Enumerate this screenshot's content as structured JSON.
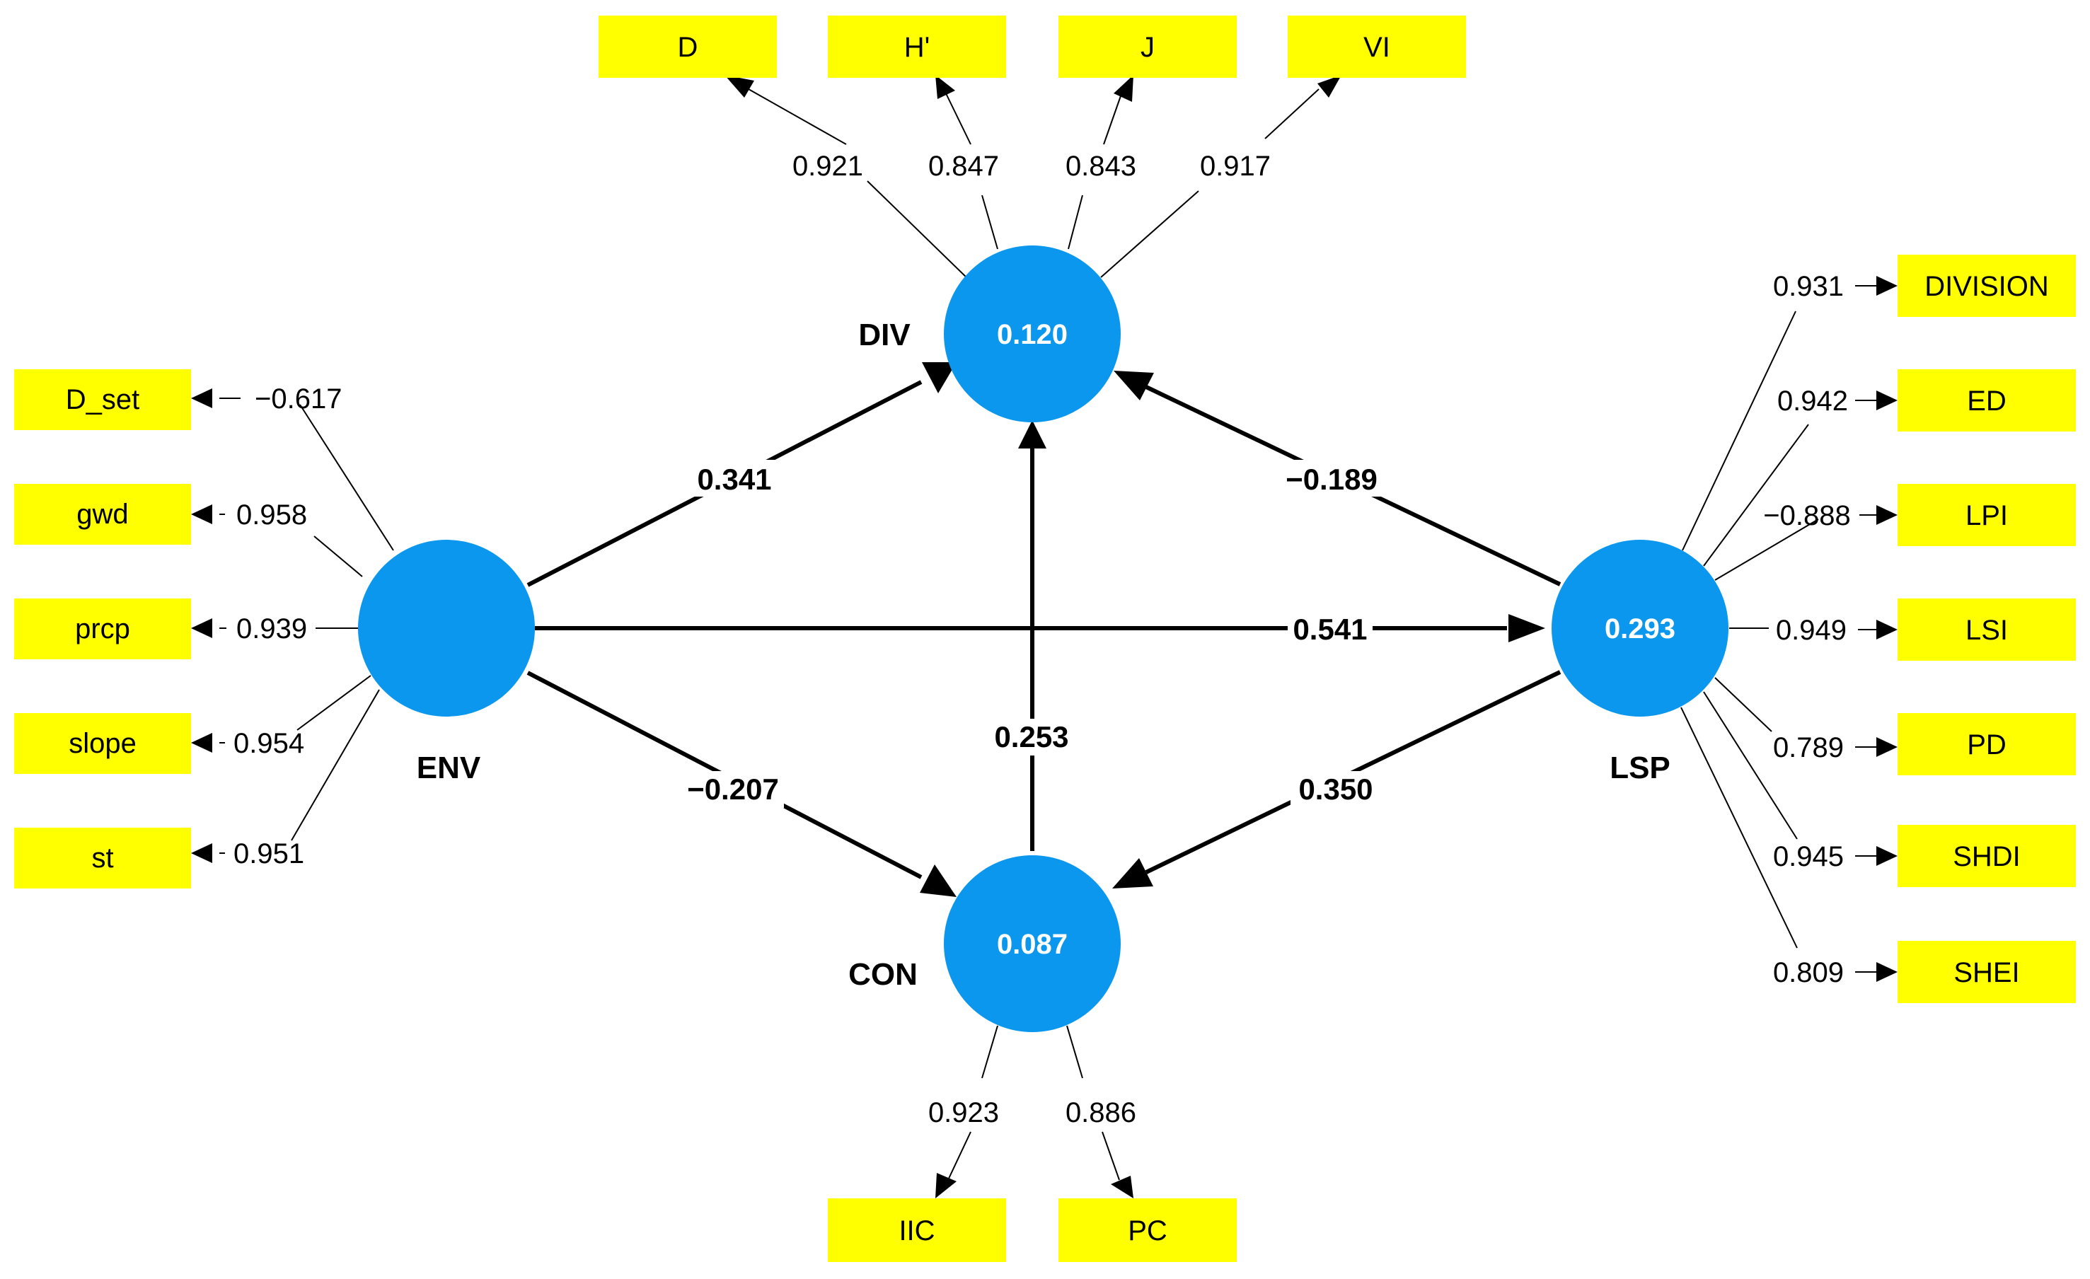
{
  "colors": {
    "latent": "#0b97ee",
    "indicator": "#ffff00",
    "line": "#000000"
  },
  "latents": {
    "ENV": {
      "label": "ENV",
      "r2": ""
    },
    "DIV": {
      "label": "DIV",
      "r2": "0.120"
    },
    "CON": {
      "label": "CON",
      "r2": "0.087"
    },
    "LSP": {
      "label": "LSP",
      "r2": "0.293"
    }
  },
  "indicators": {
    "ENV": [
      {
        "name": "D_set",
        "loading": "−0.617"
      },
      {
        "name": "gwd",
        "loading": "0.958"
      },
      {
        "name": "prcp",
        "loading": "0.939"
      },
      {
        "name": "slope",
        "loading": "0.954"
      },
      {
        "name": "st",
        "loading": "0.951"
      }
    ],
    "DIV": [
      {
        "name": "D",
        "loading": "0.921"
      },
      {
        "name": "H'",
        "loading": "0.847"
      },
      {
        "name": "J",
        "loading": "0.843"
      },
      {
        "name": "VI",
        "loading": "0.917"
      }
    ],
    "CON": [
      {
        "name": "IIC",
        "loading": "0.923"
      },
      {
        "name": "PC",
        "loading": "0.886"
      }
    ],
    "LSP": [
      {
        "name": "DIVISION",
        "loading": "0.931"
      },
      {
        "name": "ED",
        "loading": "0.942"
      },
      {
        "name": "LPI",
        "loading": "−0.888"
      },
      {
        "name": "LSI",
        "loading": "0.949"
      },
      {
        "name": "PD",
        "loading": "0.789"
      },
      {
        "name": "SHDI",
        "loading": "0.945"
      },
      {
        "name": "SHEI",
        "loading": "0.809"
      }
    ]
  },
  "paths": {
    "ENV_DIV": "0.341",
    "ENV_CON": "−0.207",
    "ENV_LSP": "0.541",
    "CON_DIV": "0.253",
    "LSP_DIV": "−0.189",
    "LSP_CON": "0.350"
  }
}
